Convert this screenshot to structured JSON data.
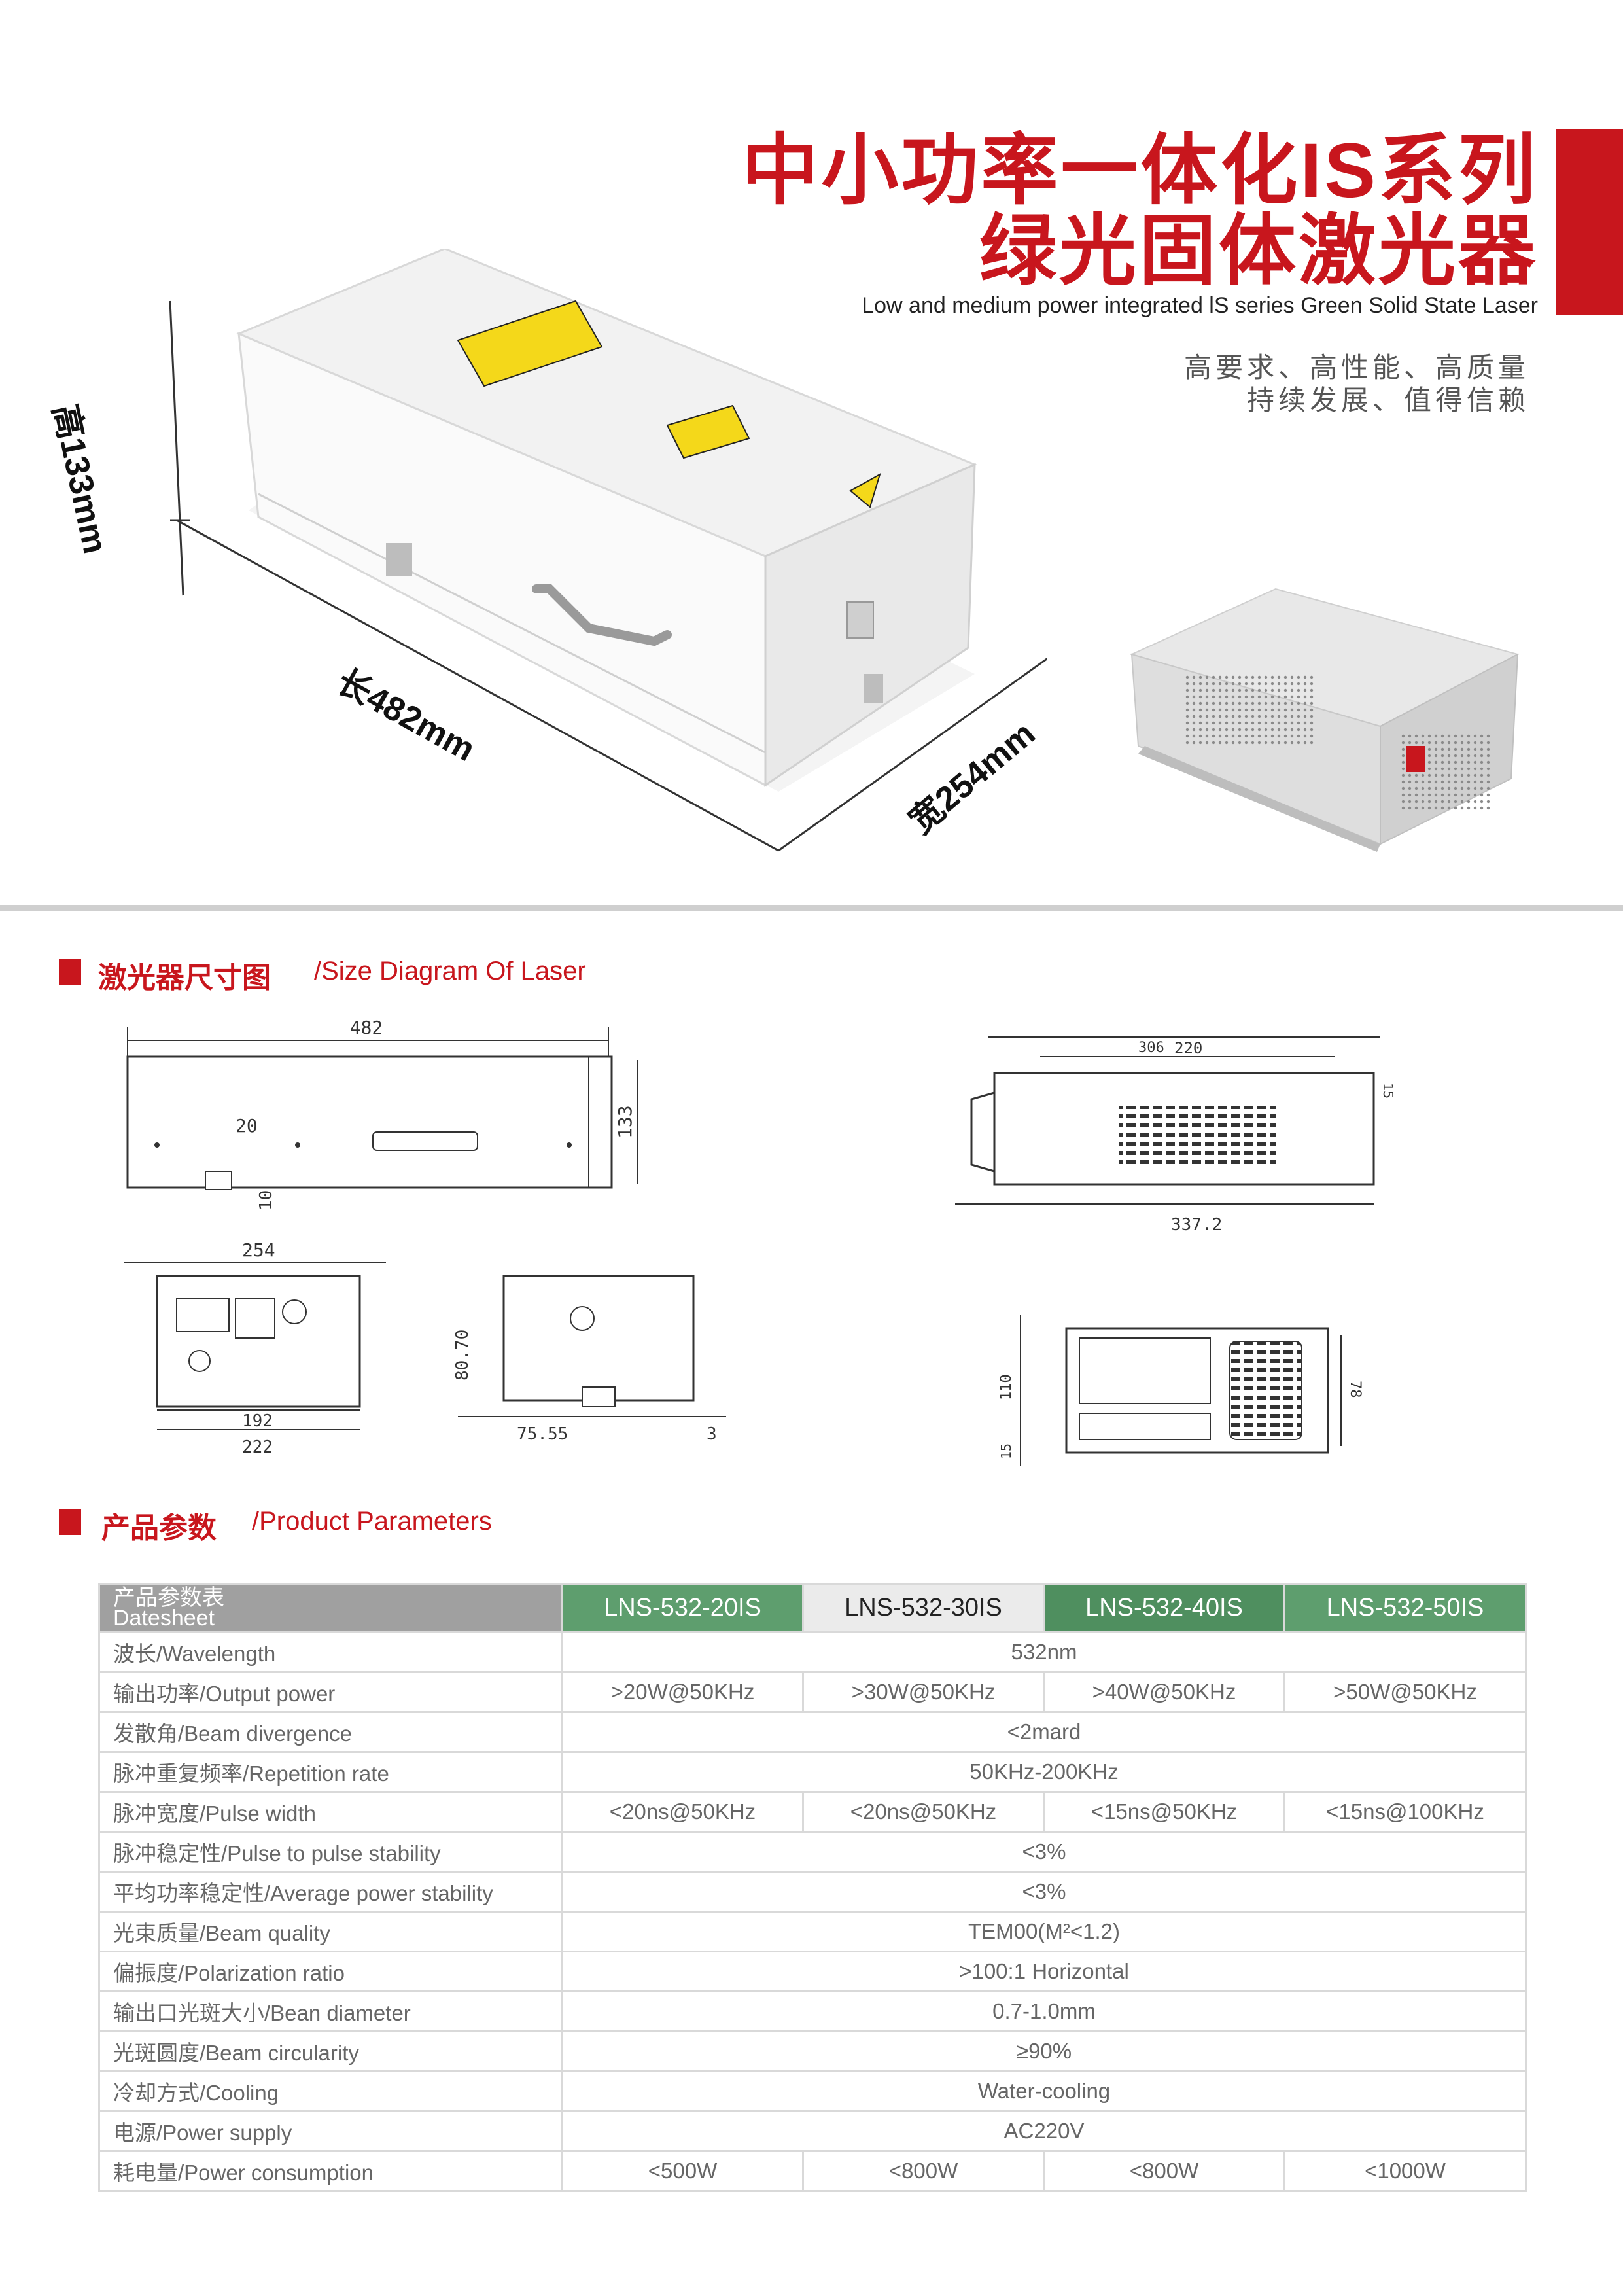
{
  "header": {
    "title_line1": "中小功率一体化IS系列",
    "title_line2": "绿光固体激光器",
    "subtitle_en": "Low and medium power integrated lS series Green Solid State Laser",
    "slogan_line1": "高要求、高性能、高质量",
    "slogan_line2": "持续发展、值得信赖"
  },
  "product_photo": {
    "height_label": "高133mm",
    "length_label": "长482mm",
    "width_label": "宽254mm"
  },
  "sections": {
    "size_cn": "激光器尺寸图",
    "size_en": "/Size Diagram Of Laser",
    "params_cn": "产品参数",
    "params_en": "/Product Parameters"
  },
  "diagrams": {
    "front": {
      "length": "482",
      "height": "133",
      "offset": "20",
      "foot": "10"
    },
    "side": {
      "outer": "306",
      "inner": "220",
      "top": "15",
      "total": "337.2"
    },
    "end_left": {
      "width": "254",
      "inner": "192",
      "outer": "222"
    },
    "end_mid": {
      "height": "80.70",
      "offset": "75.55",
      "foot": "3"
    },
    "end_right": {
      "height": "110",
      "inner": "78",
      "foot": "15"
    }
  },
  "table": {
    "corner_cn": "产品参数表",
    "corner_en": "Datesheet",
    "models": [
      "LNS-532-20IS",
      "LNS-532-30IS",
      "LNS-532-40IS",
      "LNS-532-50IS"
    ],
    "rows": [
      {
        "label": "波长/Wavelength",
        "merged": "532nm"
      },
      {
        "label": "输出功率/Output power",
        "cells": [
          ">20W@50KHz",
          ">30W@50KHz",
          ">40W@50KHz",
          ">50W@50KHz"
        ]
      },
      {
        "label": "发散角/Beam  divergence",
        "merged": "<2mard"
      },
      {
        "label": "脉冲重复频率/Repetition rate",
        "merged": "50KHz-200KHz"
      },
      {
        "label": "脉冲宽度/Pulse width",
        "cells": [
          "<20ns@50KHz",
          "<20ns@50KHz",
          "<15ns@50KHz",
          "<15ns@100KHz"
        ]
      },
      {
        "label": "脉冲稳定性/Pulse to pulse stability",
        "merged": "<3%"
      },
      {
        "label": "平均功率稳定性/Average power stability",
        "merged": "<3%"
      },
      {
        "label": "光束质量/Beam quality",
        "merged": "TEM00(M²<1.2)"
      },
      {
        "label": "偏振度/Polarization ratio",
        "merged": ">100:1 Horizontal"
      },
      {
        "label": "输出口光斑大小/Bean diameter",
        "merged": "0.7-1.0mm"
      },
      {
        "label": "光斑圆度/Beam circularity",
        "merged": "≥90%"
      },
      {
        "label": "冷却方式/Cooling",
        "merged": "Water-cooling"
      },
      {
        "label": "电源/Power supply",
        "merged": "AC220V"
      },
      {
        "label": "耗电量/Power consumption",
        "cells": [
          "<500W",
          "<800W",
          "<800W",
          "<1000W"
        ]
      }
    ]
  }
}
